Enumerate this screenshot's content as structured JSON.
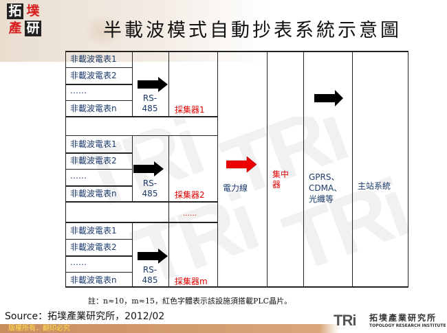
{
  "header": {
    "logo_chars": [
      "拓",
      "墣",
      "產",
      "研"
    ],
    "title": "半載波模式自動抄表系統示意圖"
  },
  "diagram": {
    "groups": [
      {
        "meters": [
          "非載波電表1",
          "非載波電表2",
          "……",
          "非載波電表n"
        ],
        "interface": [
          "RS-",
          "485"
        ],
        "collector": "採集器1"
      },
      {
        "meters": [
          "非載波電表1",
          "非載波電表2",
          "……",
          "非載波電表n"
        ],
        "interface": [
          "RS-",
          "485"
        ],
        "collector": "採集器2",
        "ellipsis_below": "……"
      },
      {
        "meters": [
          "非載波電表1",
          "非載波電表2",
          "……",
          "非載波電表n"
        ],
        "interface": [
          "RS-",
          "485"
        ],
        "collector": "採集器m"
      }
    ],
    "power_line": "電力線",
    "concentrator": [
      "集中",
      "器"
    ],
    "network": [
      "GPRS、",
      "CDMA、",
      "光纖等"
    ],
    "master_station": "主站系統",
    "colors": {
      "grid_line": "#222222",
      "text_blue": "#1a3a6b",
      "text_red": "#e00000",
      "arrow_black": "#000000",
      "arrow_red": "#ee0000"
    }
  },
  "note": "註：n≈10，m≈15，紅色字體表示該設施須搭載PLC晶片。",
  "source": "Source：拓墣產業研究所，2012/02",
  "footer": {
    "copyright": "版權所有．翻印必究",
    "org_mark": "TRi",
    "org_name_cn": "拓墣產業研究所",
    "org_name_en": "TOPOLOGY RESEARCH INSTITUTE"
  }
}
